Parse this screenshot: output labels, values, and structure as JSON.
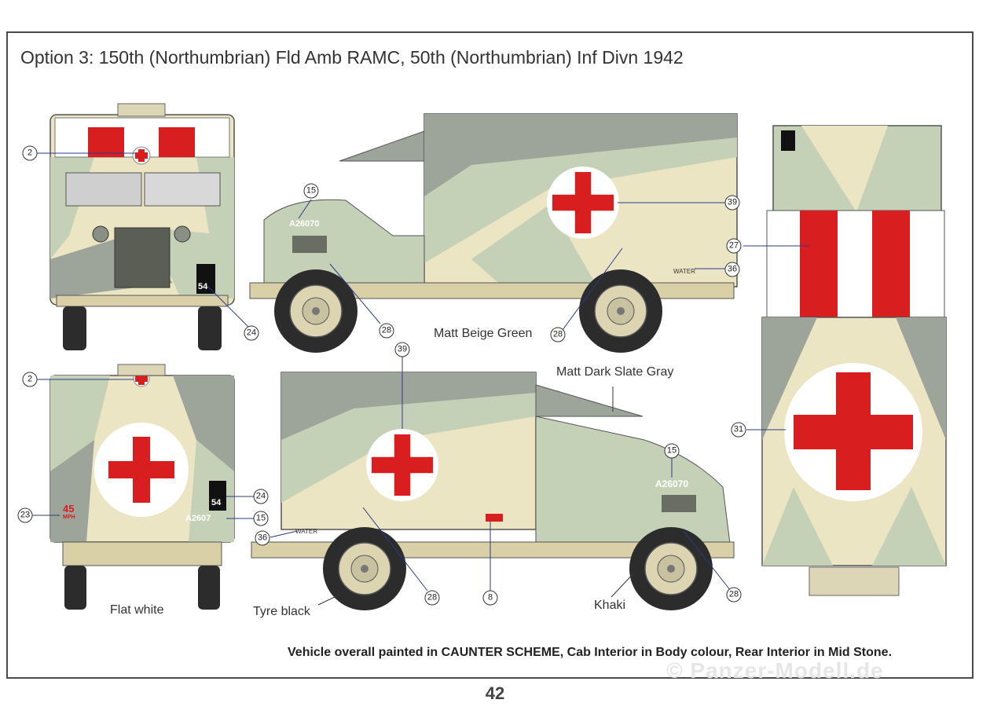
{
  "title": "Option 3: 150th (Northumbrian) Fld Amb RAMC, 50th (Northumbrian) Inf Divn 1942",
  "labels": {
    "matt_beige_green": "Matt Beige Green",
    "matt_dark_slate_gray": "Matt Dark Slate Gray",
    "flat_white": "Flat white",
    "tyre_black": "Tyre black",
    "khaki": "Khaki"
  },
  "markings": {
    "registration": "A26070",
    "registration_rear": "A2607",
    "unit_number": "54",
    "speed": "45",
    "speed_unit": "MPH",
    "water": "WATER"
  },
  "callouts": {
    "c2": "2",
    "c8": "8",
    "c15": "15",
    "c23": "23",
    "c24": "24",
    "c27": "27",
    "c28": "28",
    "c31": "31",
    "c36": "36",
    "c39": "39"
  },
  "footer": "Vehicle overall painted in CAUNTER SCHEME, Cab Interior in Body colour, Rear Interior in Mid Stone.",
  "page_number": "42",
  "watermark": "© Panzer-Modell.de",
  "colors": {
    "beige": "#ece5c4",
    "green": "#c4d1b6",
    "slate": "#9da59b",
    "red": "#d81e1e",
    "tyre": "#2c2c2c"
  }
}
